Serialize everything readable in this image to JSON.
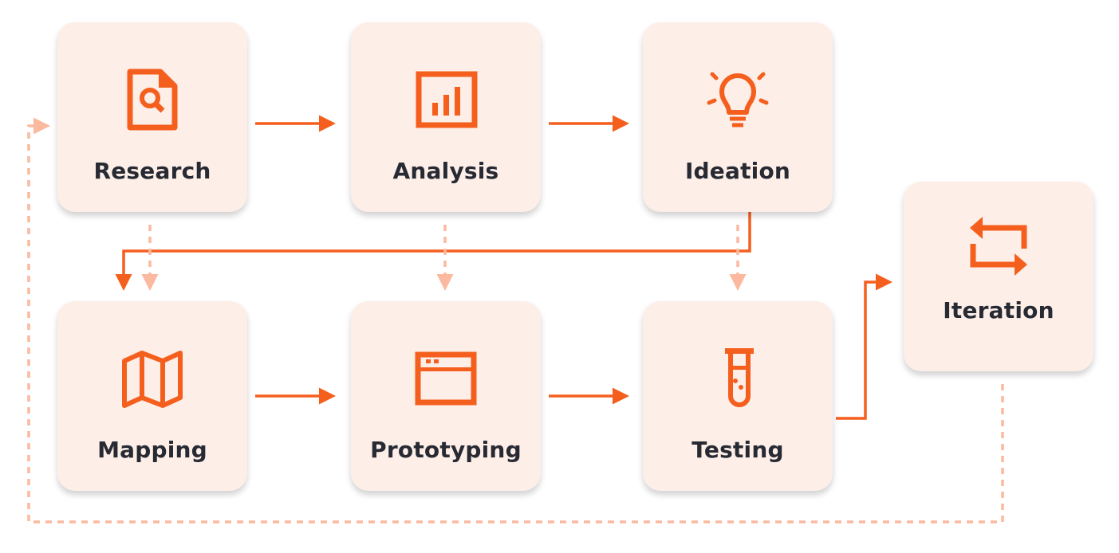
{
  "colors": {
    "accent": "#F55F1E",
    "accent_light": "#FBB99F",
    "box_bg": "#FDEEE8",
    "text": "#272A33"
  },
  "steps": [
    {
      "label": "Research",
      "icon": "document-search-icon"
    },
    {
      "label": "Analysis",
      "icon": "bar-chart-icon"
    },
    {
      "label": "Ideation",
      "icon": "lightbulb-icon"
    },
    {
      "label": "Mapping",
      "icon": "map-icon"
    },
    {
      "label": "Prototyping",
      "icon": "browser-window-icon"
    },
    {
      "label": "Testing",
      "icon": "test-tube-icon"
    },
    {
      "label": "Iteration",
      "icon": "repeat-icon"
    }
  ]
}
